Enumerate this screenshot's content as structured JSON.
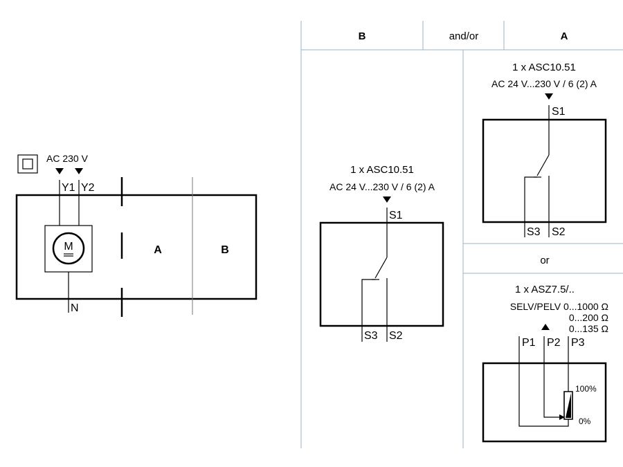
{
  "left": {
    "supply": "AC 230 V",
    "terminals": [
      "Y1",
      "Y2"
    ],
    "neutral": "N",
    "motor": "M",
    "zone_a": "A",
    "zone_b": "B"
  },
  "header": {
    "col_b": "B",
    "and_or": "and/or",
    "col_a": "A"
  },
  "panel_b": {
    "title": "1 x ASC10.51",
    "rating": "AC 24 V...230 V / 6 (2) A",
    "s1": "S1",
    "s3": "S3",
    "s2": "S2"
  },
  "panel_a_top": {
    "title": "1 x ASC10.51",
    "rating": "AC 24 V...230 V / 6 (2) A",
    "s1": "S1",
    "s3": "S3",
    "s2": "S2"
  },
  "or_label": "or",
  "panel_a_bottom": {
    "title": "1 x ASZ7.5/..",
    "selv": "SELV/PELV 0...1000 Ω",
    "range2": "0...200 Ω",
    "range3": "0...135 Ω",
    "p1": "P1",
    "p2": "P2",
    "p3": "P3",
    "pct_high": "100%",
    "pct_low": "0%"
  }
}
